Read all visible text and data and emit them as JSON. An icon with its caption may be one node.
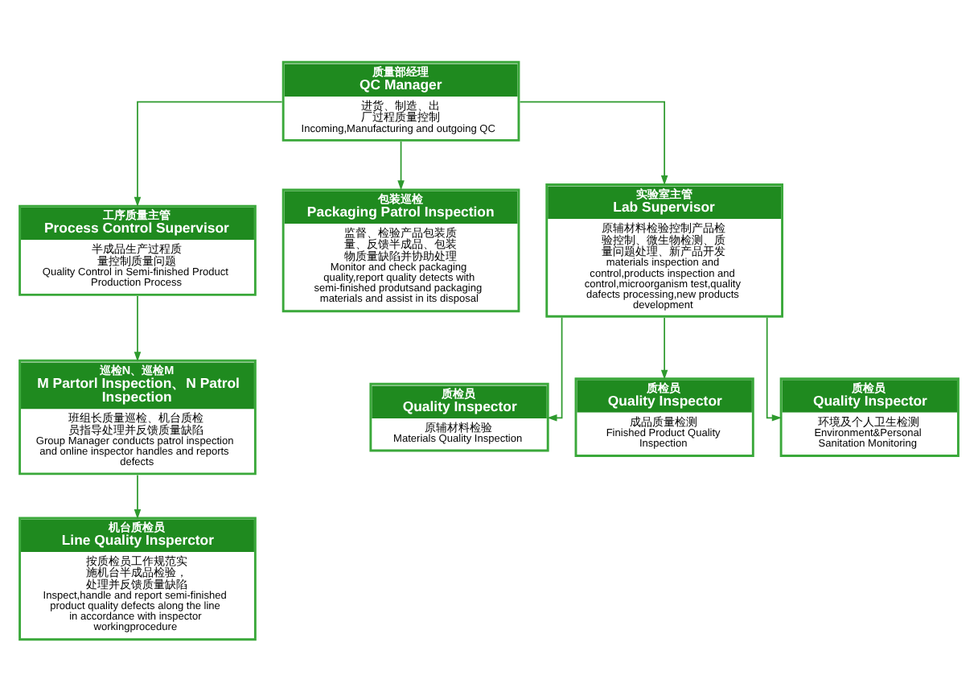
{
  "diagram": {
    "nodes": [
      {
        "text": [
          "质量部经理",
          "QC Manager",
          "进货、制造、出厂过程质量控制",
          "Incoming,Manufacturing and outgoing QC"
        ]
      },
      {
        "text": [
          "工序质量主管",
          "Process Control Supervisor",
          "半成品生产过程质量控制质量问题",
          "Quality Control in Semi-finished Product Production Process"
        ]
      },
      {
        "text": [
          "包装巡检",
          "Packaging Patrol Inspection",
          "监督、检验产品包装质量、反馈半成品、包装物质量缺陷并协助处理",
          "Monitor and check packaging quality,report quality detects with semi-finished produtsand packaging materials and assist in its disposal"
        ]
      },
      {
        "text": [
          "实验室主管",
          "Lab Supervisor",
          "原辅材料检验控制产品检验控制、微生物检测、质量问题处理、新产品开发",
          "materials inspection and control,products inspection and control,microorganism test,quality dafects processing,new products development"
        ]
      },
      {
        "text": [
          "巡检N、巡检M",
          "M Partorl Inspection、N Patrol Inspection",
          "班组长质量巡检、机台质检员指导处理并反馈质量缺陷",
          "Group Manager conducts patrol inspection and online inspector handles and reports defects"
        ]
      },
      {
        "text": [
          "质检员",
          "Quality Inspector",
          "原辅材料检验",
          "Materials Quality Inspection"
        ]
      },
      {
        "text": [
          "质检员",
          "Quality Inspector",
          "成品质量检测",
          "Finished Product Quality Inspection"
        ]
      },
      {
        "text": [
          "质检员",
          "Quality Inspector",
          "环境及个人卫生检测",
          "Environment&Personal Sanitation Monitoring"
        ]
      },
      {
        "text": [
          "机台质检员",
          "Line Quality Insperctor",
          "按质检员工作规范实施机台半成品检验，处理并反馈质量缺陷",
          "Inspect,handle and report semi-finished product quality defects along the line in accordance with inspector workingprocedure"
        ]
      }
    ],
    "edges": [
      {
        "from": 0,
        "to": 1,
        "arrow": "to"
      },
      {
        "from": 0,
        "to": 2,
        "arrow": "to"
      },
      {
        "from": 0,
        "to": 3,
        "arrow": "to"
      },
      {
        "from": 1,
        "to": 4,
        "arrow": "to"
      },
      {
        "from": 3,
        "to": 5,
        "arrow": "to"
      },
      {
        "from": 3,
        "to": 6,
        "arrow": "to"
      },
      {
        "from": 3,
        "to": 7,
        "arrow": "to"
      },
      {
        "from": 4,
        "to": 8,
        "arrow": "to"
      }
    ]
  }
}
